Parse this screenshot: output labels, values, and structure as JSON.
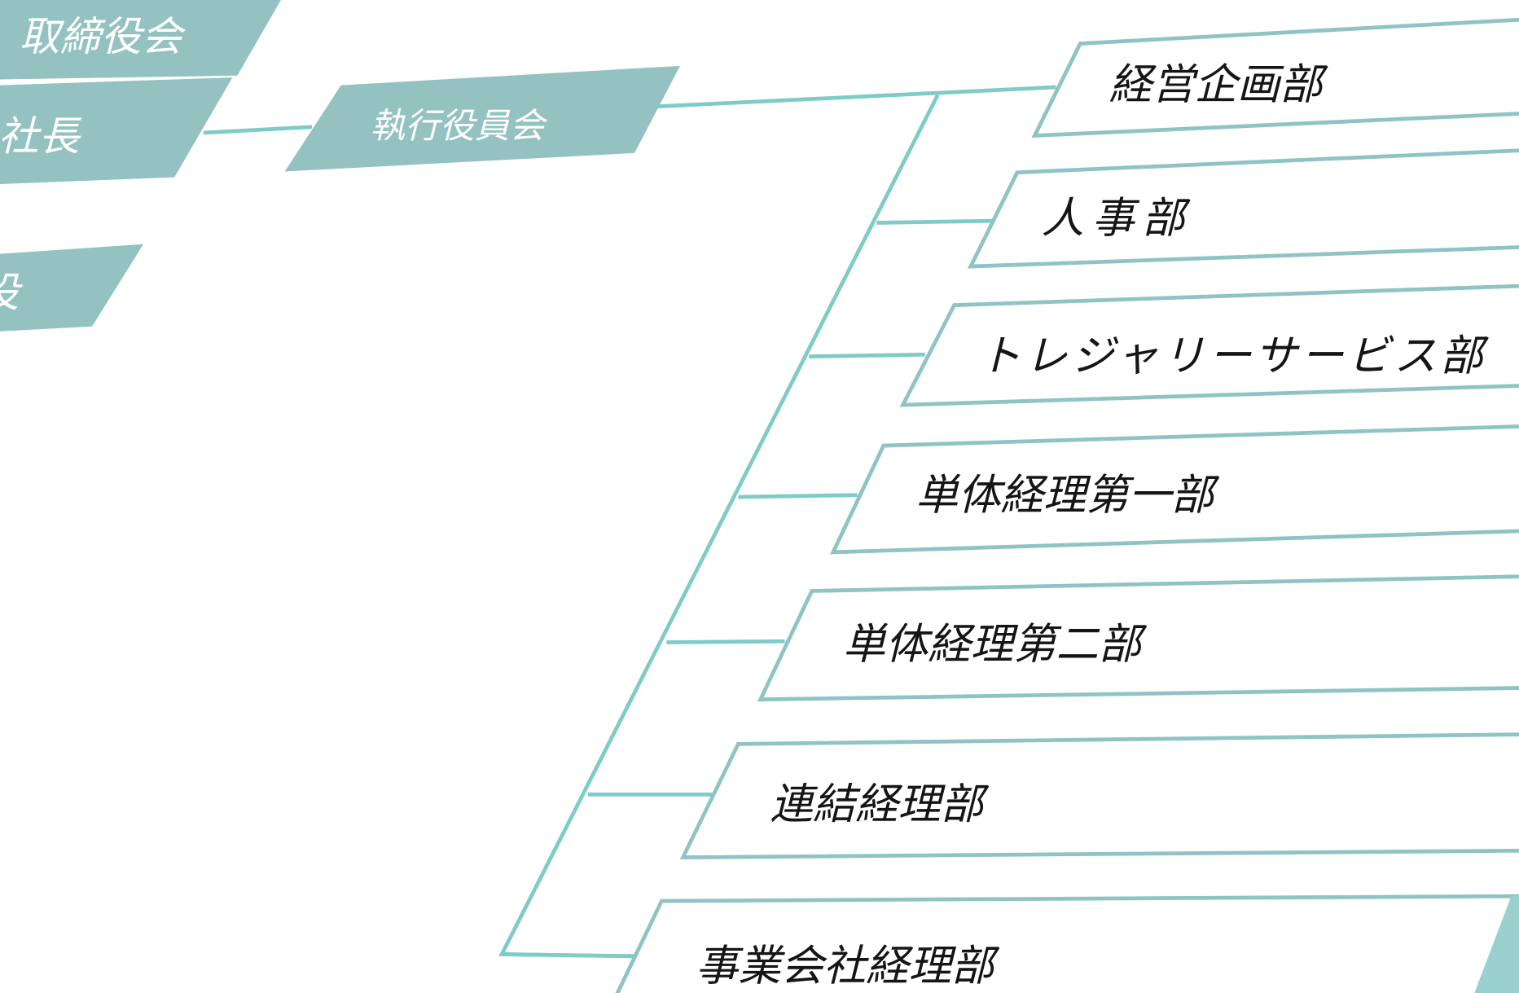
{
  "colors": {
    "executive_fill": "#93c2c1",
    "connector": "#7ecbc8",
    "department_outline": "#8fc4c2"
  },
  "executive": {
    "board": "取締役会",
    "president": "社長",
    "officer": "役",
    "executive_committee": "執行役員会"
  },
  "departments": [
    "経営企画部",
    "人事部",
    "トレジャリーサービス部",
    "単体経理第一部",
    "単体経理第二部",
    "連結経理部",
    "事業会社経理部"
  ]
}
